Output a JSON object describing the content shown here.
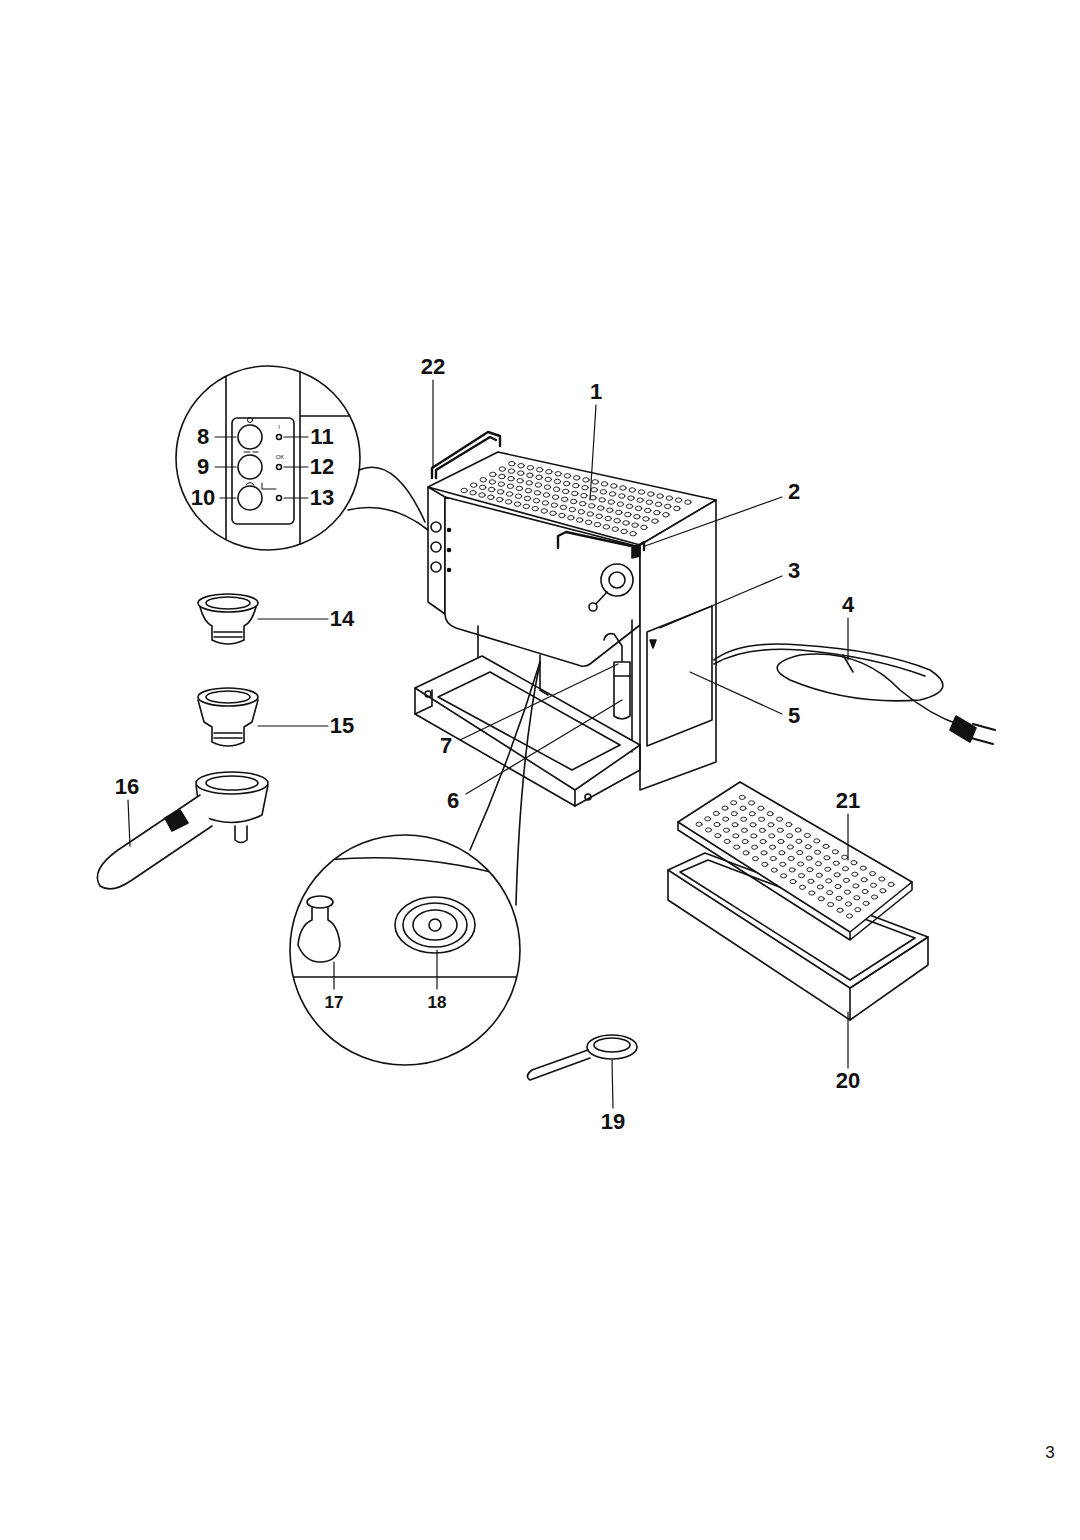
{
  "diagram": {
    "labels": [
      "22",
      "1",
      "8",
      "11",
      "9",
      "12",
      "10",
      "13",
      "2",
      "3",
      "4",
      "14",
      "15",
      "5",
      "7",
      "16",
      "6",
      "21",
      "17",
      "18",
      "20",
      "19",
      "I",
      "OK",
      "3"
    ]
  }
}
